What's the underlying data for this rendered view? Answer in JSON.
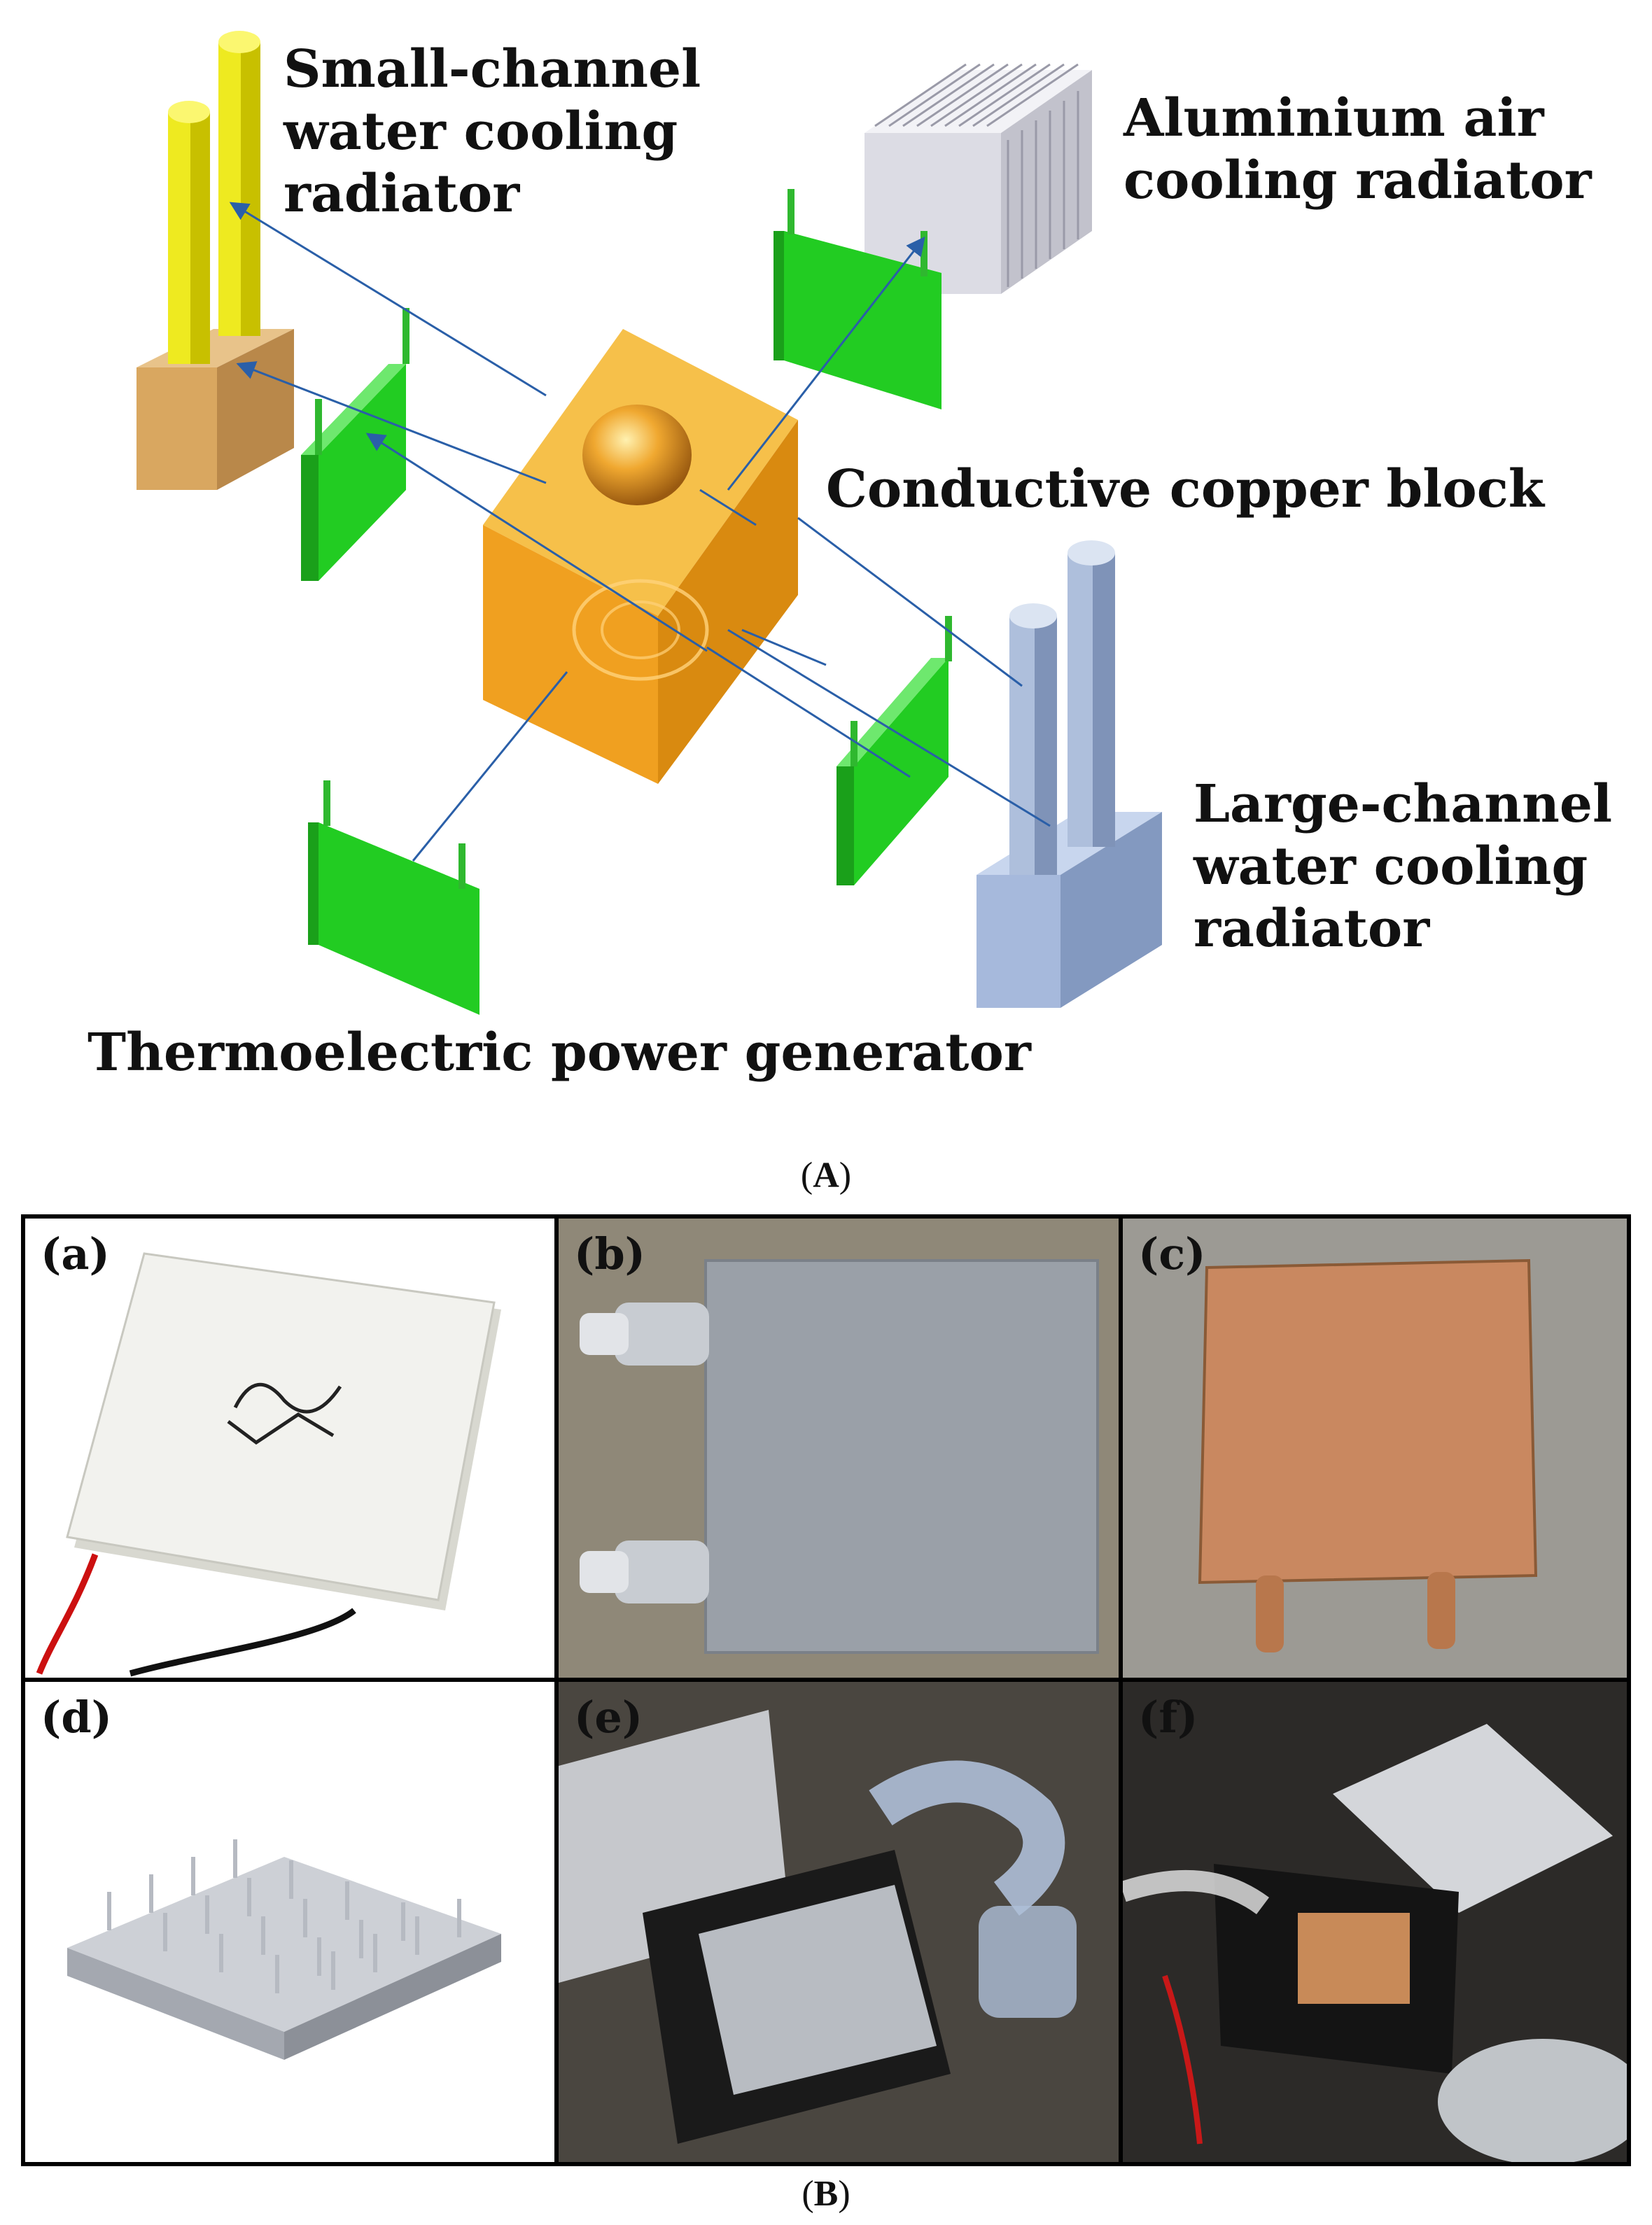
{
  "diagram": {
    "labels": {
      "small_channel": "Small-channel\nwater cooling\nradiator",
      "aluminium_air": "Aluminium air\ncooling radiator",
      "copper_block": "Conductive copper block",
      "large_channel": "Large-channel\nwater cooling\nradiator",
      "teg": "Thermoelectric power generator"
    },
    "caption_a_letter": "A",
    "colors": {
      "copper": "#f0a020",
      "teg_green": "#22cc22",
      "yellow": "#e8e000",
      "tan": "#d9a760",
      "steel_blue": "#a6b9dc",
      "aluminium": "#e4e4ea",
      "arrow": "#2a5fa8"
    }
  },
  "photos": {
    "panels": [
      {
        "label": "(a)",
        "subject": "thermoelectric-module"
      },
      {
        "label": "(b)",
        "subject": "water-block"
      },
      {
        "label": "(c)",
        "subject": "copper-plate"
      },
      {
        "label": "(d)",
        "subject": "heat-sink"
      },
      {
        "label": "(e)",
        "subject": "assembly-1"
      },
      {
        "label": "(f)",
        "subject": "assembly-2"
      }
    ],
    "caption_b_letter": "B"
  }
}
